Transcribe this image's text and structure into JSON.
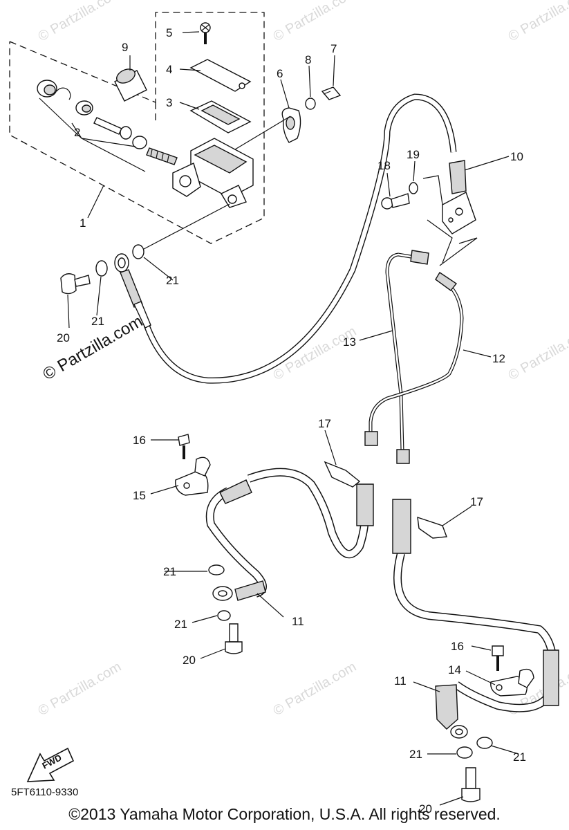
{
  "diagram": {
    "part_numbers": {
      "n1": "1",
      "n2": "2",
      "n3": "3",
      "n4": "4",
      "n5": "5",
      "n6": "6",
      "n7": "7",
      "n8": "8",
      "n9": "9",
      "n10": "10",
      "n11a": "11",
      "n11b": "11",
      "n12": "12",
      "n13": "13",
      "n14": "14",
      "n15": "15",
      "n16a": "16",
      "n16b": "16",
      "n17a": "17",
      "n17b": "17",
      "n18": "18",
      "n19": "19",
      "n20a": "20",
      "n20b": "20",
      "n20c": "20",
      "n21a": "21",
      "n21b": "21",
      "n21c": "21",
      "n21d": "21",
      "n21e": "21",
      "n21f": "21"
    },
    "watermark": "© Partzilla.com",
    "watermark_faint": "© Partzilla.com",
    "fwd_label": "FWD"
  },
  "footer": {
    "catalog_code": "5FT6110-9330",
    "copyright": "©2013  Yamaha Motor Corporation, U.S.A. All rights reserved."
  }
}
